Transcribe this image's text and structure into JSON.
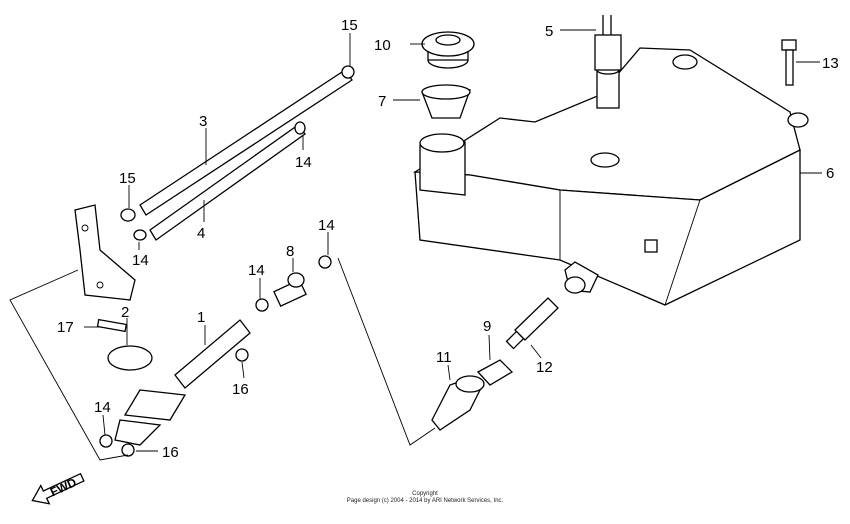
{
  "callouts": [
    "1",
    "2",
    "3",
    "4",
    "5",
    "6",
    "7",
    "8",
    "9",
    "10",
    "11",
    "12",
    "13",
    "14",
    "15",
    "16",
    "17"
  ],
  "fwd_label": "FWD",
  "copyright": {
    "line1": "Copyright",
    "line2": "Page design (c) 2004 - 2014 by ARI Network Services, Inc."
  }
}
